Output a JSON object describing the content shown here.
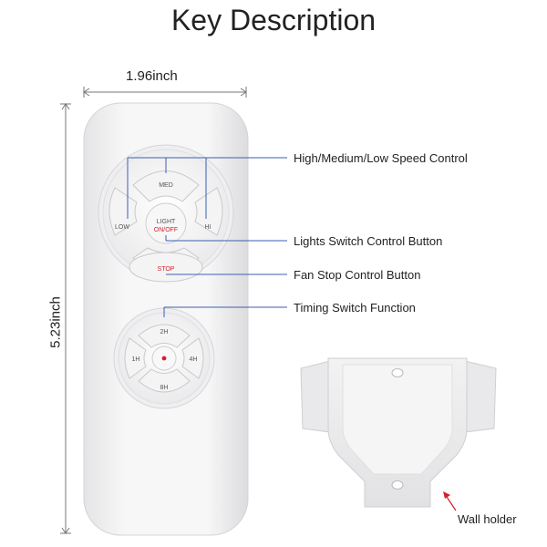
{
  "title": "Key Description",
  "dimensions": {
    "width": "1.96inch",
    "height": "5.23inch"
  },
  "remote": {
    "buttons": {
      "med": "MED",
      "low": "LOW",
      "hi": "HI",
      "light": "LIGHT",
      "on_off": "ON/OFF",
      "stop": "STOP",
      "t2h": "2H",
      "t1h": "1H",
      "t4h": "4H",
      "t8h": "8H"
    }
  },
  "callouts": {
    "speed": "High/Medium/Low Speed Control",
    "lights": "Lights Switch Control Button",
    "fan_stop": "Fan Stop Control Button",
    "timing": "Timing Switch Function",
    "wall_holder": "Wall holder"
  },
  "colors": {
    "callout_line": "#3a5fb0",
    "accent_red": "#d81e2c"
  }
}
